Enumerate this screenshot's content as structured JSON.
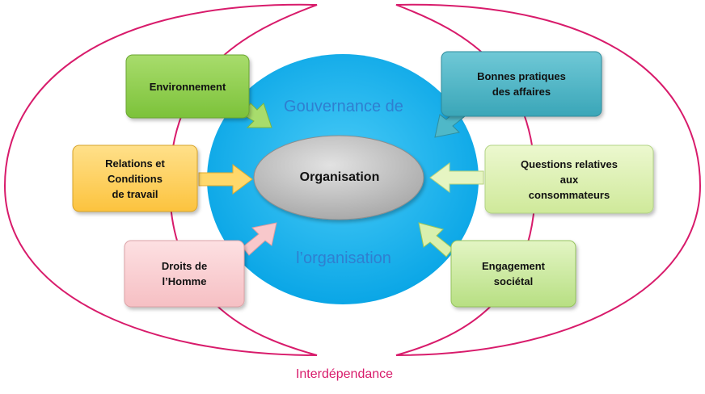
{
  "center": {
    "label": "Organisation"
  },
  "governance": {
    "top": "Gouvernance de",
    "bottom": "l’organisation"
  },
  "footer": {
    "label": "Interdépendance"
  },
  "boxes": {
    "environnement": "Environnement",
    "relations": "Relations et\nConditions\nde travail",
    "droits": "Droits de\nl’Homme",
    "bonnes": "Bonnes pratiques\ndes affaires",
    "questions": "Questions relatives\naux\nconsommateurs",
    "engagement": "Engagement\nsociétal"
  },
  "colors": {
    "outer_curve": "#d81b6b",
    "governance_circle": "#19b6ef",
    "center_ellipse": "#b9b9b9",
    "environnement": "#8ccf45",
    "relations": "#ffcf5a",
    "droits": "#f8c8cb",
    "bonnes": "#4fb8c8",
    "questions": "#d7eea8",
    "engagement": "#c6e897"
  }
}
